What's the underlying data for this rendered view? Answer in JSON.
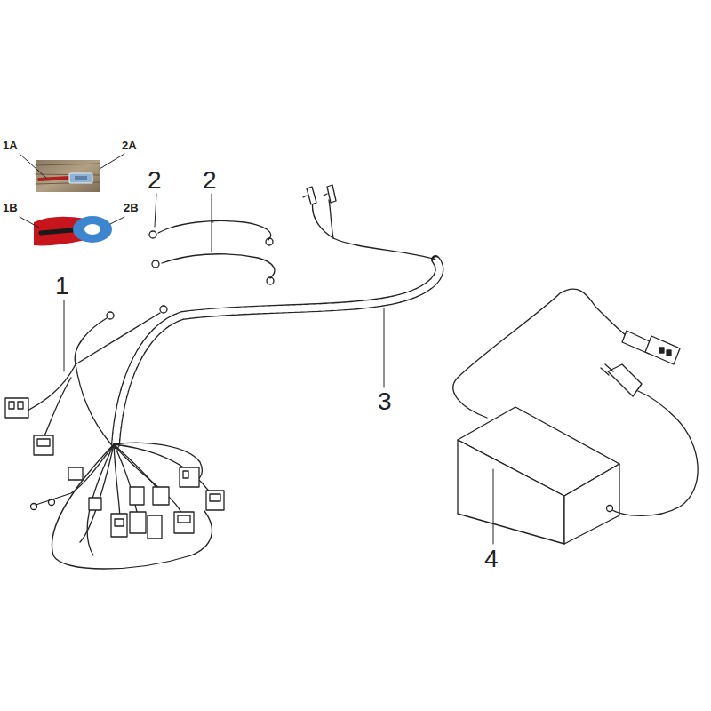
{
  "diagram": {
    "labels": [
      "1A",
      "2A",
      "1B",
      "2B",
      "2",
      "2",
      "1",
      "3",
      "4"
    ]
  }
}
